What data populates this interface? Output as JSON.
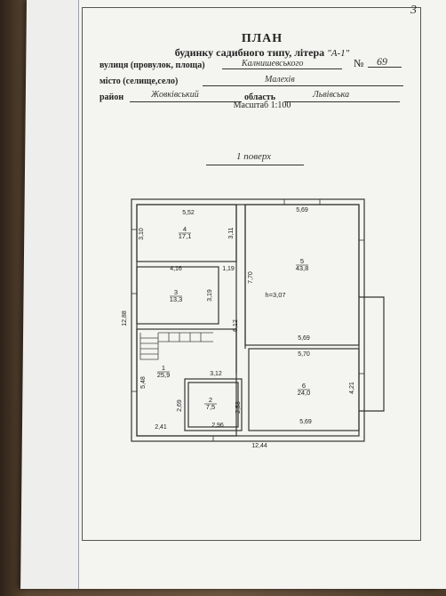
{
  "page_number": "3",
  "header": {
    "title": "ПЛАН",
    "subtitle": "будинку садибного типу, літера",
    "letter": "\"А-1\""
  },
  "address": {
    "street_label": "вулиця (провулок, площа)",
    "street_value": "Калнишевського",
    "number_label": "№",
    "number_value": "69",
    "city_label": "місто (селище,село)",
    "city_value": "Малехів",
    "district_label": "район",
    "district_value": "Жовківський",
    "region_label": "область",
    "region_value": "Львівська"
  },
  "scale": "Масштаб 1:100",
  "floor_label": "1 поверх",
  "plan": {
    "rooms": [
      {
        "number": "4",
        "area": "17,1"
      },
      {
        "number": "5",
        "area": "43,8"
      },
      {
        "number": "3",
        "area": "13,3"
      },
      {
        "number": "1",
        "area": "25,9"
      },
      {
        "number": "2",
        "area": "7,5"
      },
      {
        "number": "6",
        "area": "24,0"
      }
    ],
    "dimensions": {
      "d552": "5,52",
      "d569a": "5,69",
      "d310": "3,10",
      "d311": "3,11",
      "d416": "4,16",
      "d119": "1,19",
      "d770": "7,70",
      "d319": "3,19",
      "d1288": "12,88",
      "d612": "6,12",
      "d569b": "5,69",
      "d570": "5,70",
      "d312": "3,12",
      "d548": "5,48",
      "d269": "2,69",
      "d253": "2,53",
      "d421": "4,21",
      "d241": "2,41",
      "d296": "2,96",
      "d569c": "5,69",
      "d1244": "12,44"
    },
    "height": "h=3,07"
  }
}
